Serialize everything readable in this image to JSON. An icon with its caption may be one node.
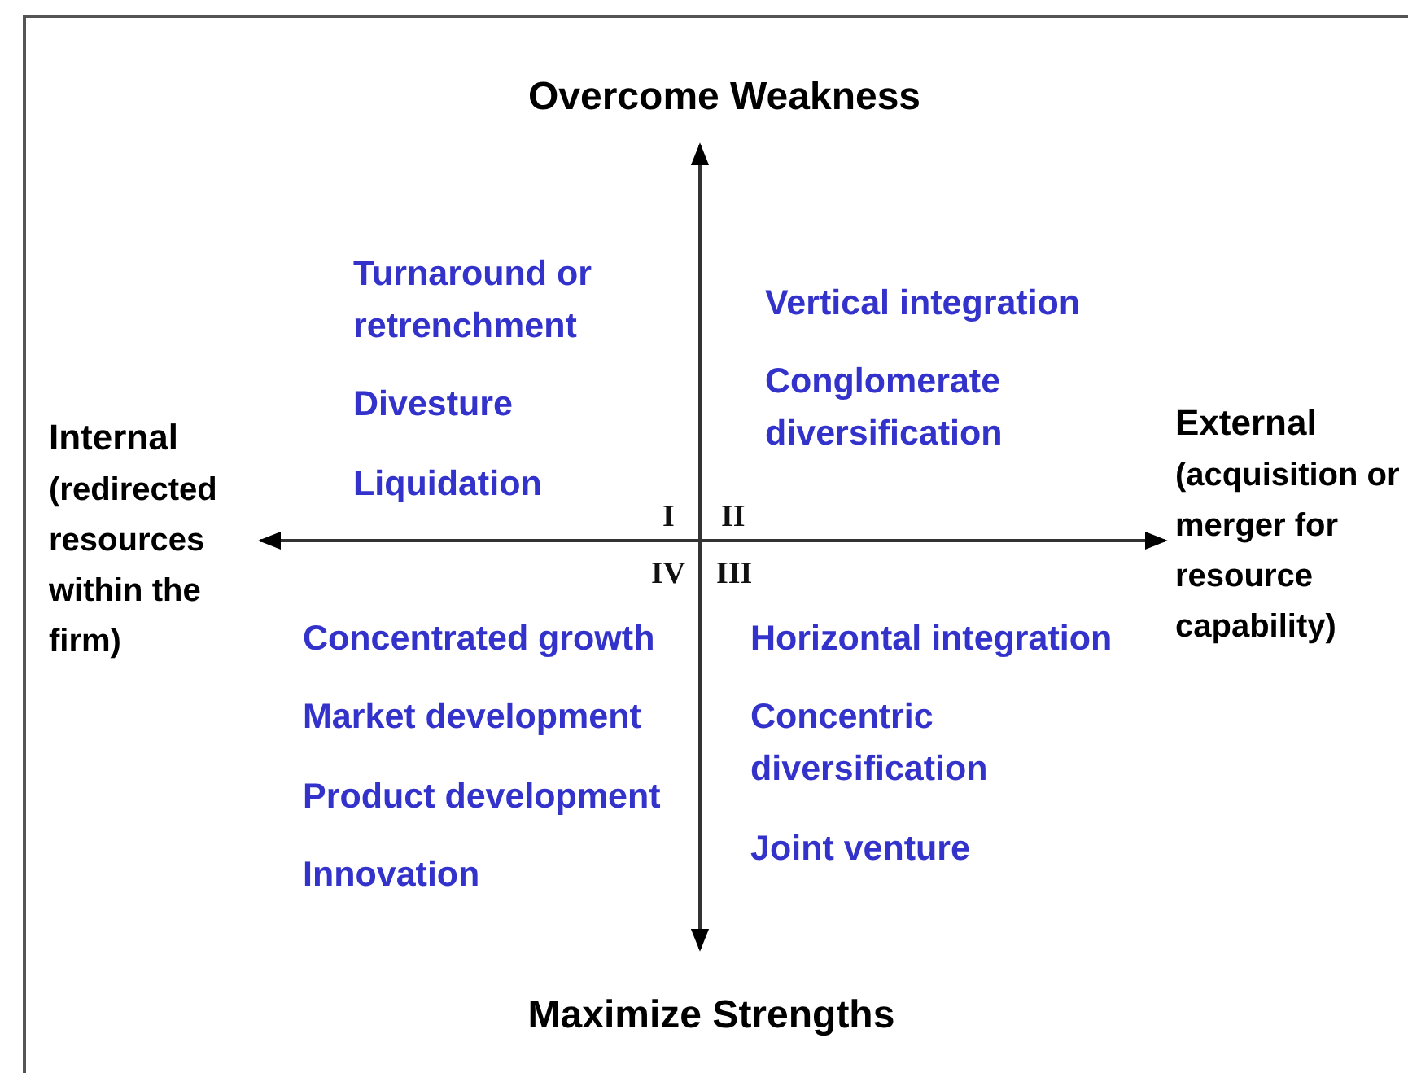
{
  "diagram": {
    "labels": [
      "Overcome Weakness",
      "Turnaround or retrenchment",
      "Divesture",
      "Liquidation",
      "Vertical integration",
      "Conglomerate diversification",
      "Internal",
      "(redirected resources within the firm)",
      "External",
      "(acquisition or merger for resource capability)",
      "I",
      "II",
      "IV",
      "III",
      "Concentrated growth",
      "Market development",
      "Product development",
      "Innovation",
      "Horizontal integration",
      "Concentric diversification",
      "Joint venture",
      "Maximize Strengths"
    ]
  }
}
